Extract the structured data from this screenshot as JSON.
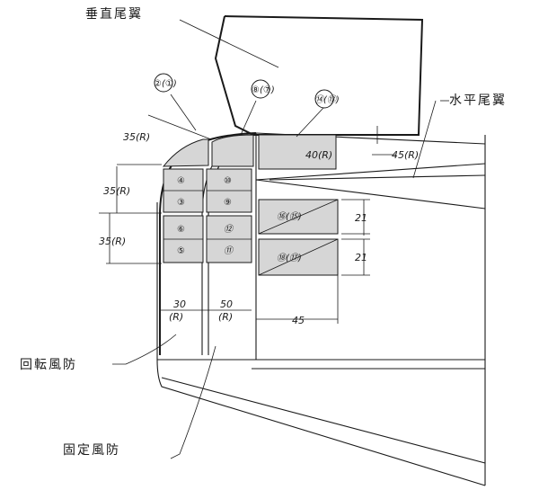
{
  "labels": {
    "vertical_tail": "垂直尾翼",
    "horizontal_tail": "水平尾翼",
    "rotating_fairing": "回転風防",
    "fixed_fairing": "固定風防"
  },
  "dimensions": {
    "r35_top": "35(R)",
    "r35_mid": "35(R)",
    "r35_low": "35(R)",
    "r45": "45(R)",
    "r40": "40(R)",
    "d21_top": "21",
    "d21_bottom": "21",
    "d45": "45",
    "w30": "30",
    "w30_r": "(R)",
    "w50": "50",
    "w50_r": "(R)"
  },
  "parts": {
    "p2_1": "②(①)",
    "p8_7": "⑧(⑦)",
    "p14_13": "⑭(⑬)",
    "p4": "④",
    "p3": "③",
    "p10": "⑩",
    "p9": "⑨",
    "p6": "⑥",
    "p5": "⑤",
    "p12": "⑫",
    "p11": "⑪",
    "p16_15": "⑯(⑮)",
    "p18_17": "⑱(⑰)"
  }
}
